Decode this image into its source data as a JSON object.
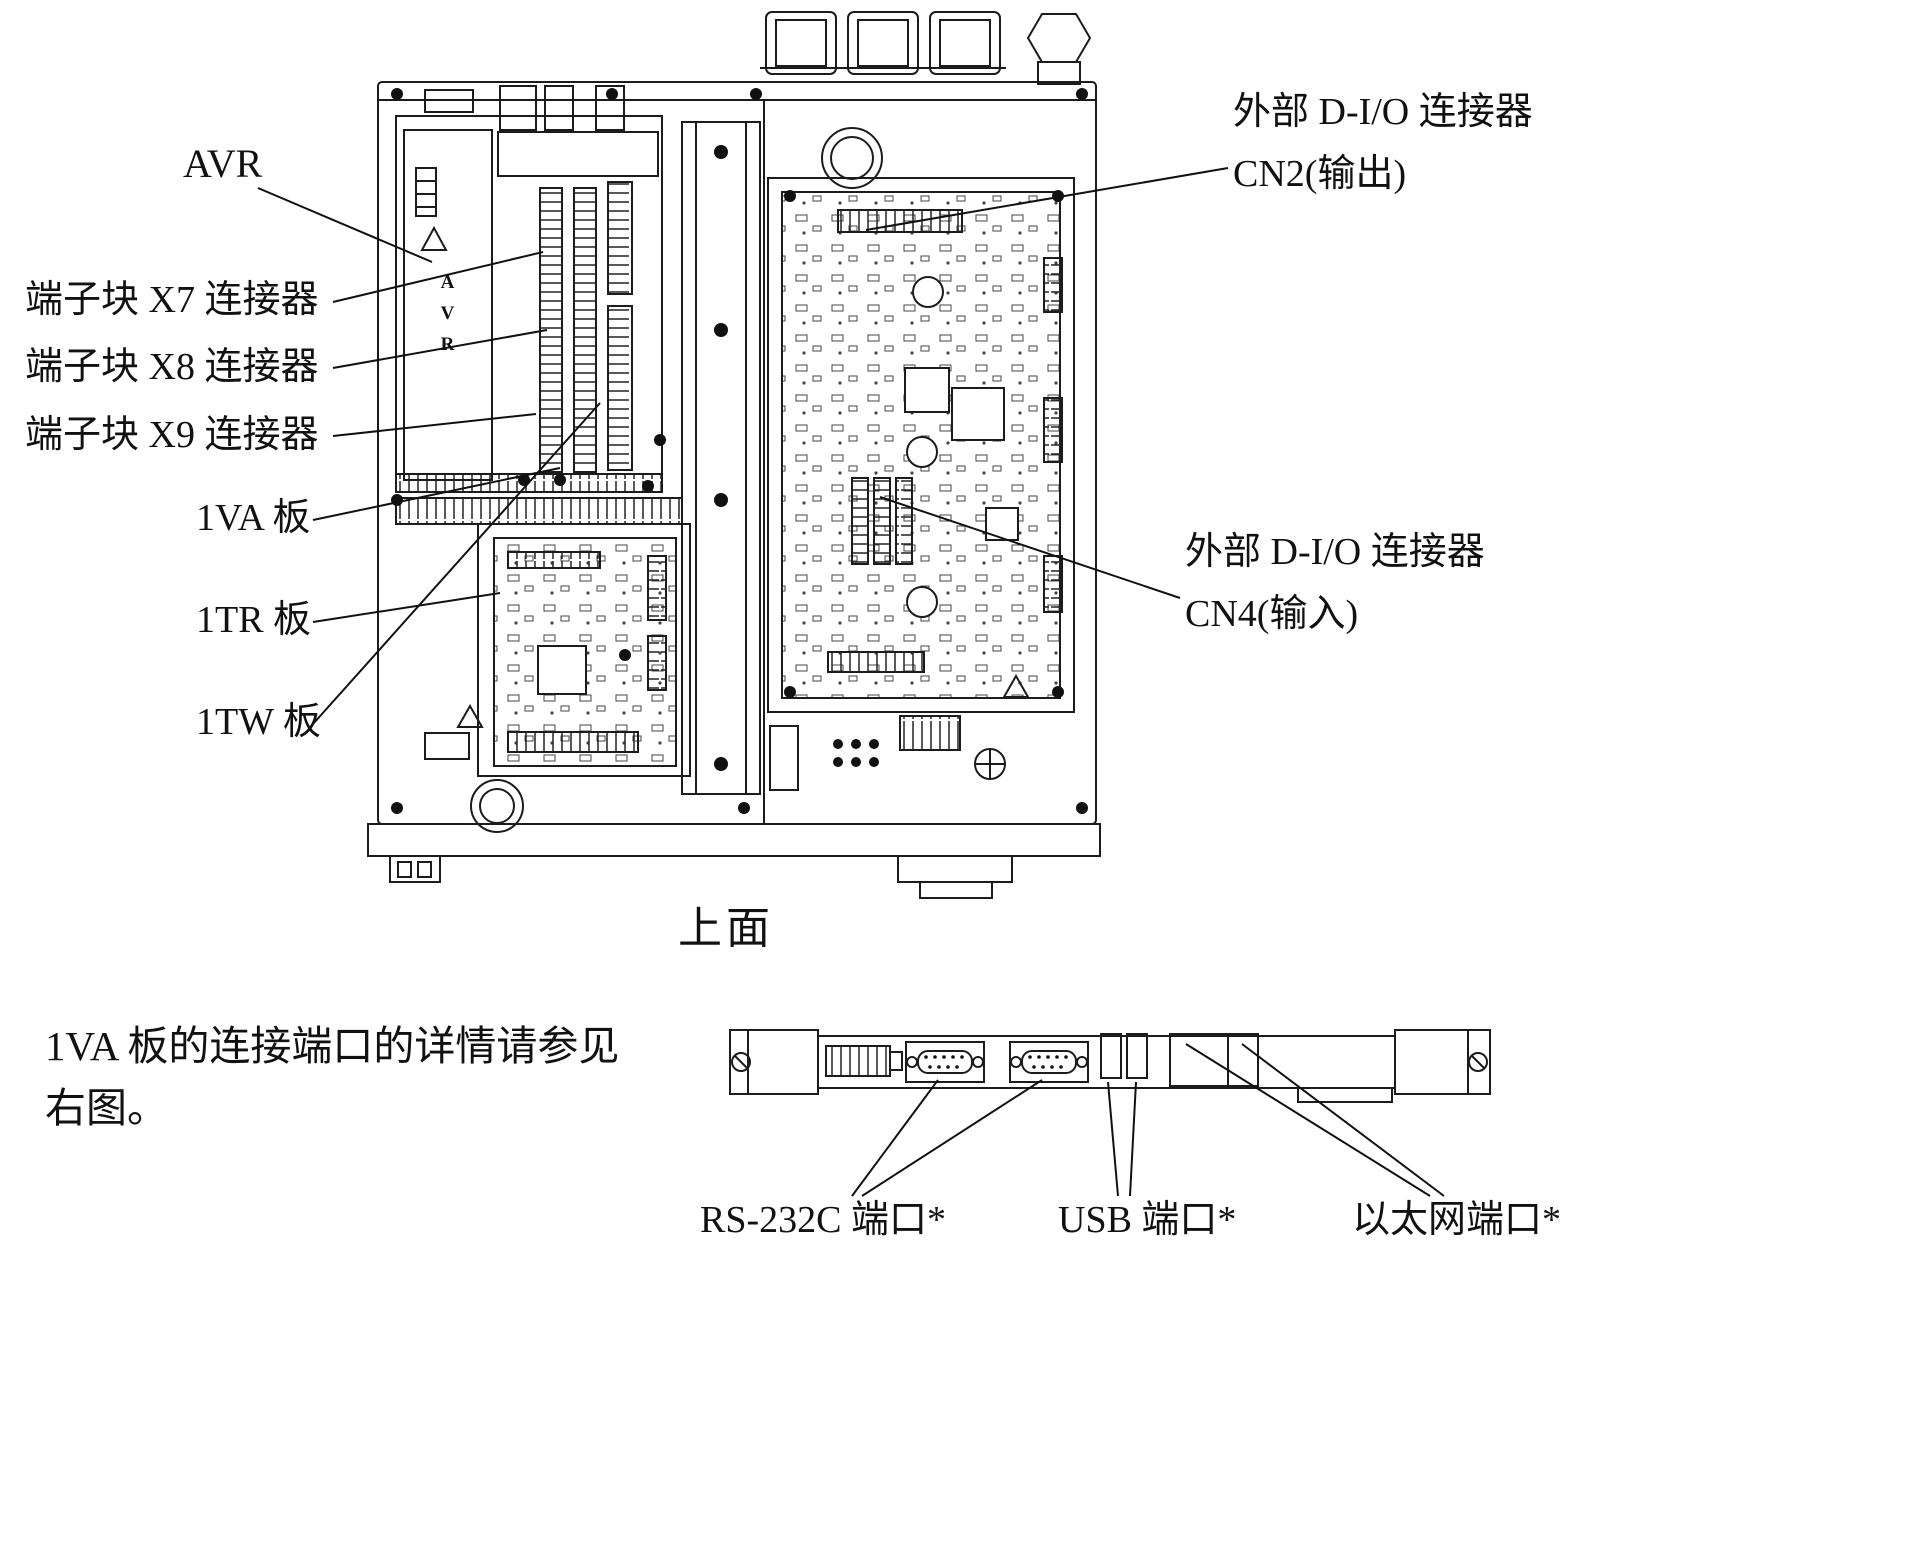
{
  "figure": {
    "top_view": {
      "caption": "上面",
      "avr_unit_marking": "AVR",
      "callouts_left": [
        {
          "id": "avr",
          "text": "AVR"
        },
        {
          "id": "x7",
          "text": "端子块 X7 连接器"
        },
        {
          "id": "x8",
          "text": "端子块 X8 连接器"
        },
        {
          "id": "x9",
          "text": "端子块 X9 连接器"
        },
        {
          "id": "1va",
          "text": "1VA 板"
        },
        {
          "id": "1tr",
          "text": "1TR 板"
        },
        {
          "id": "1tw",
          "text": "1TW 板"
        }
      ],
      "callouts_right": [
        {
          "id": "cn2",
          "line1": "外部 D-I/O 连接器",
          "line2": "CN2(输出)"
        },
        {
          "id": "cn4",
          "line1": "外部 D-I/O 连接器",
          "line2": "CN4(输入)"
        }
      ]
    },
    "note": {
      "line1": "1VA 板的连接端口的详情请参见",
      "line2": "右图。"
    },
    "panel_view": {
      "callouts": [
        {
          "id": "rs232c",
          "text": "RS-232C 端口*"
        },
        {
          "id": "usb",
          "text": "USB 端口*"
        },
        {
          "id": "ethernet",
          "text": "以太网端口*"
        }
      ]
    }
  }
}
